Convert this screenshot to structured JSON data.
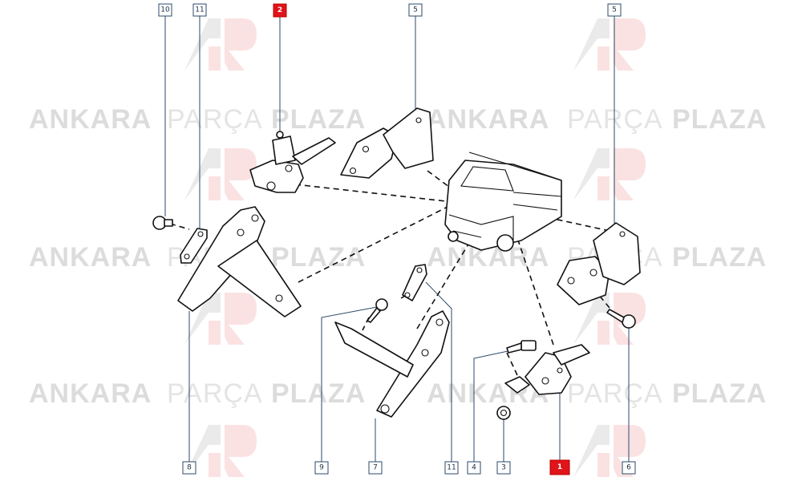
{
  "watermark": {
    "brand_word_1": "ANKARA",
    "brand_word_2": "PARÇA",
    "brand_word_3": "PLAZA",
    "logo_letters": "AP"
  },
  "callouts": {
    "c10": "10",
    "c11_top": "11",
    "c2": "2",
    "c5_center": "5",
    "c5_right": "5",
    "c8": "8",
    "c9": "9",
    "c7": "7",
    "c11_bottom": "11",
    "c4": "4",
    "c3": "3",
    "c1": "1",
    "c6": "6"
  },
  "highlight_color": "#e0141b",
  "callout_border_color": "#2b4a6b"
}
